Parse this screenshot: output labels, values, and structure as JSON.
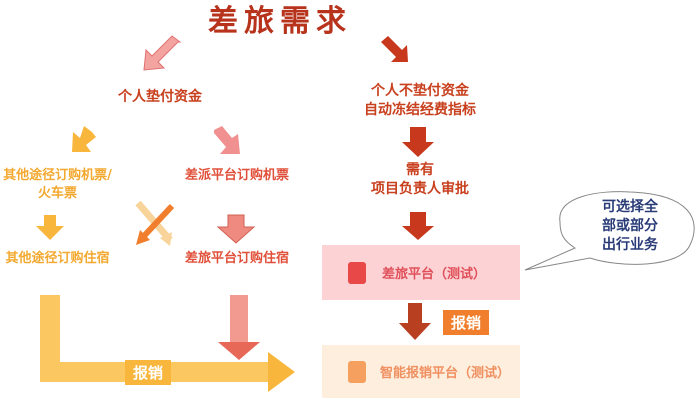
{
  "title": "差旅需求",
  "left_branch": {
    "title": "个人垫付资金",
    "other": {
      "ticket": "其他途径订购机票/火车票",
      "hotel": "其他途径订购住宿"
    },
    "platform": {
      "ticket": "差派平台订购机票",
      "hotel": "差旅平台订购住宿"
    },
    "reimburse_label": "报销"
  },
  "right_branch": {
    "title_line1": "个人不垫付资金",
    "title_line2": "自动冻结经费指标",
    "approval_line1": "需有",
    "approval_line2": "项目负责人审批",
    "travel_platform": "差旅平台（测试）",
    "reimburse_label": "报销",
    "reimburse_platform": "智能报销平台（测试）"
  },
  "callout": {
    "line1": "可选择全",
    "line2": "部或部分",
    "line3": "出行业务"
  },
  "colors": {
    "title": "#b7331c",
    "orange": "#f3a930",
    "pink": "#e0503a",
    "accent": "#f07e2c"
  }
}
